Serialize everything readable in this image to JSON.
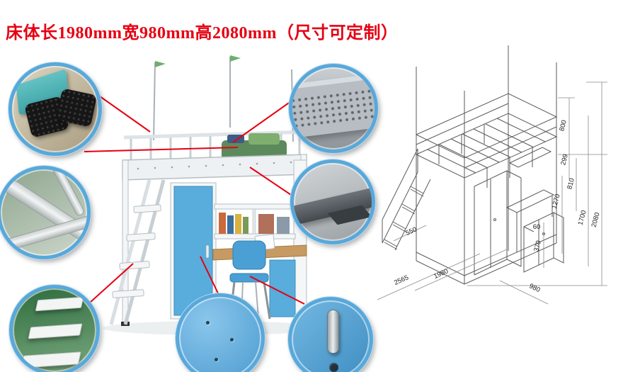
{
  "title": "床体长1980mm宽980mm高2080mm（尺寸可定制）",
  "colors": {
    "accent_red": "#e60012",
    "callout_ring_blue": "#58a8da",
    "panel_blue": "#58addc",
    "wood": "#c69a62"
  },
  "callouts": [
    {
      "name": "foot-pads-detail"
    },
    {
      "name": "frame-tube-joint-detail"
    },
    {
      "name": "ladder-steps-detail"
    },
    {
      "name": "perforated-bed-deck-detail"
    },
    {
      "name": "support-beam-detail"
    },
    {
      "name": "blue-side-panel-detail"
    },
    {
      "name": "wardrobe-handle-lock-detail"
    }
  ],
  "drawing": {
    "dims": {
      "h800": "800",
      "h299": "299",
      "h810": "810",
      "h1270": "1270",
      "h1700": "1700",
      "h2080": "2080",
      "h60": "60",
      "h370": "370",
      "d550": "550",
      "d1980": "1980",
      "d2565": "2565",
      "w980": "980"
    }
  }
}
